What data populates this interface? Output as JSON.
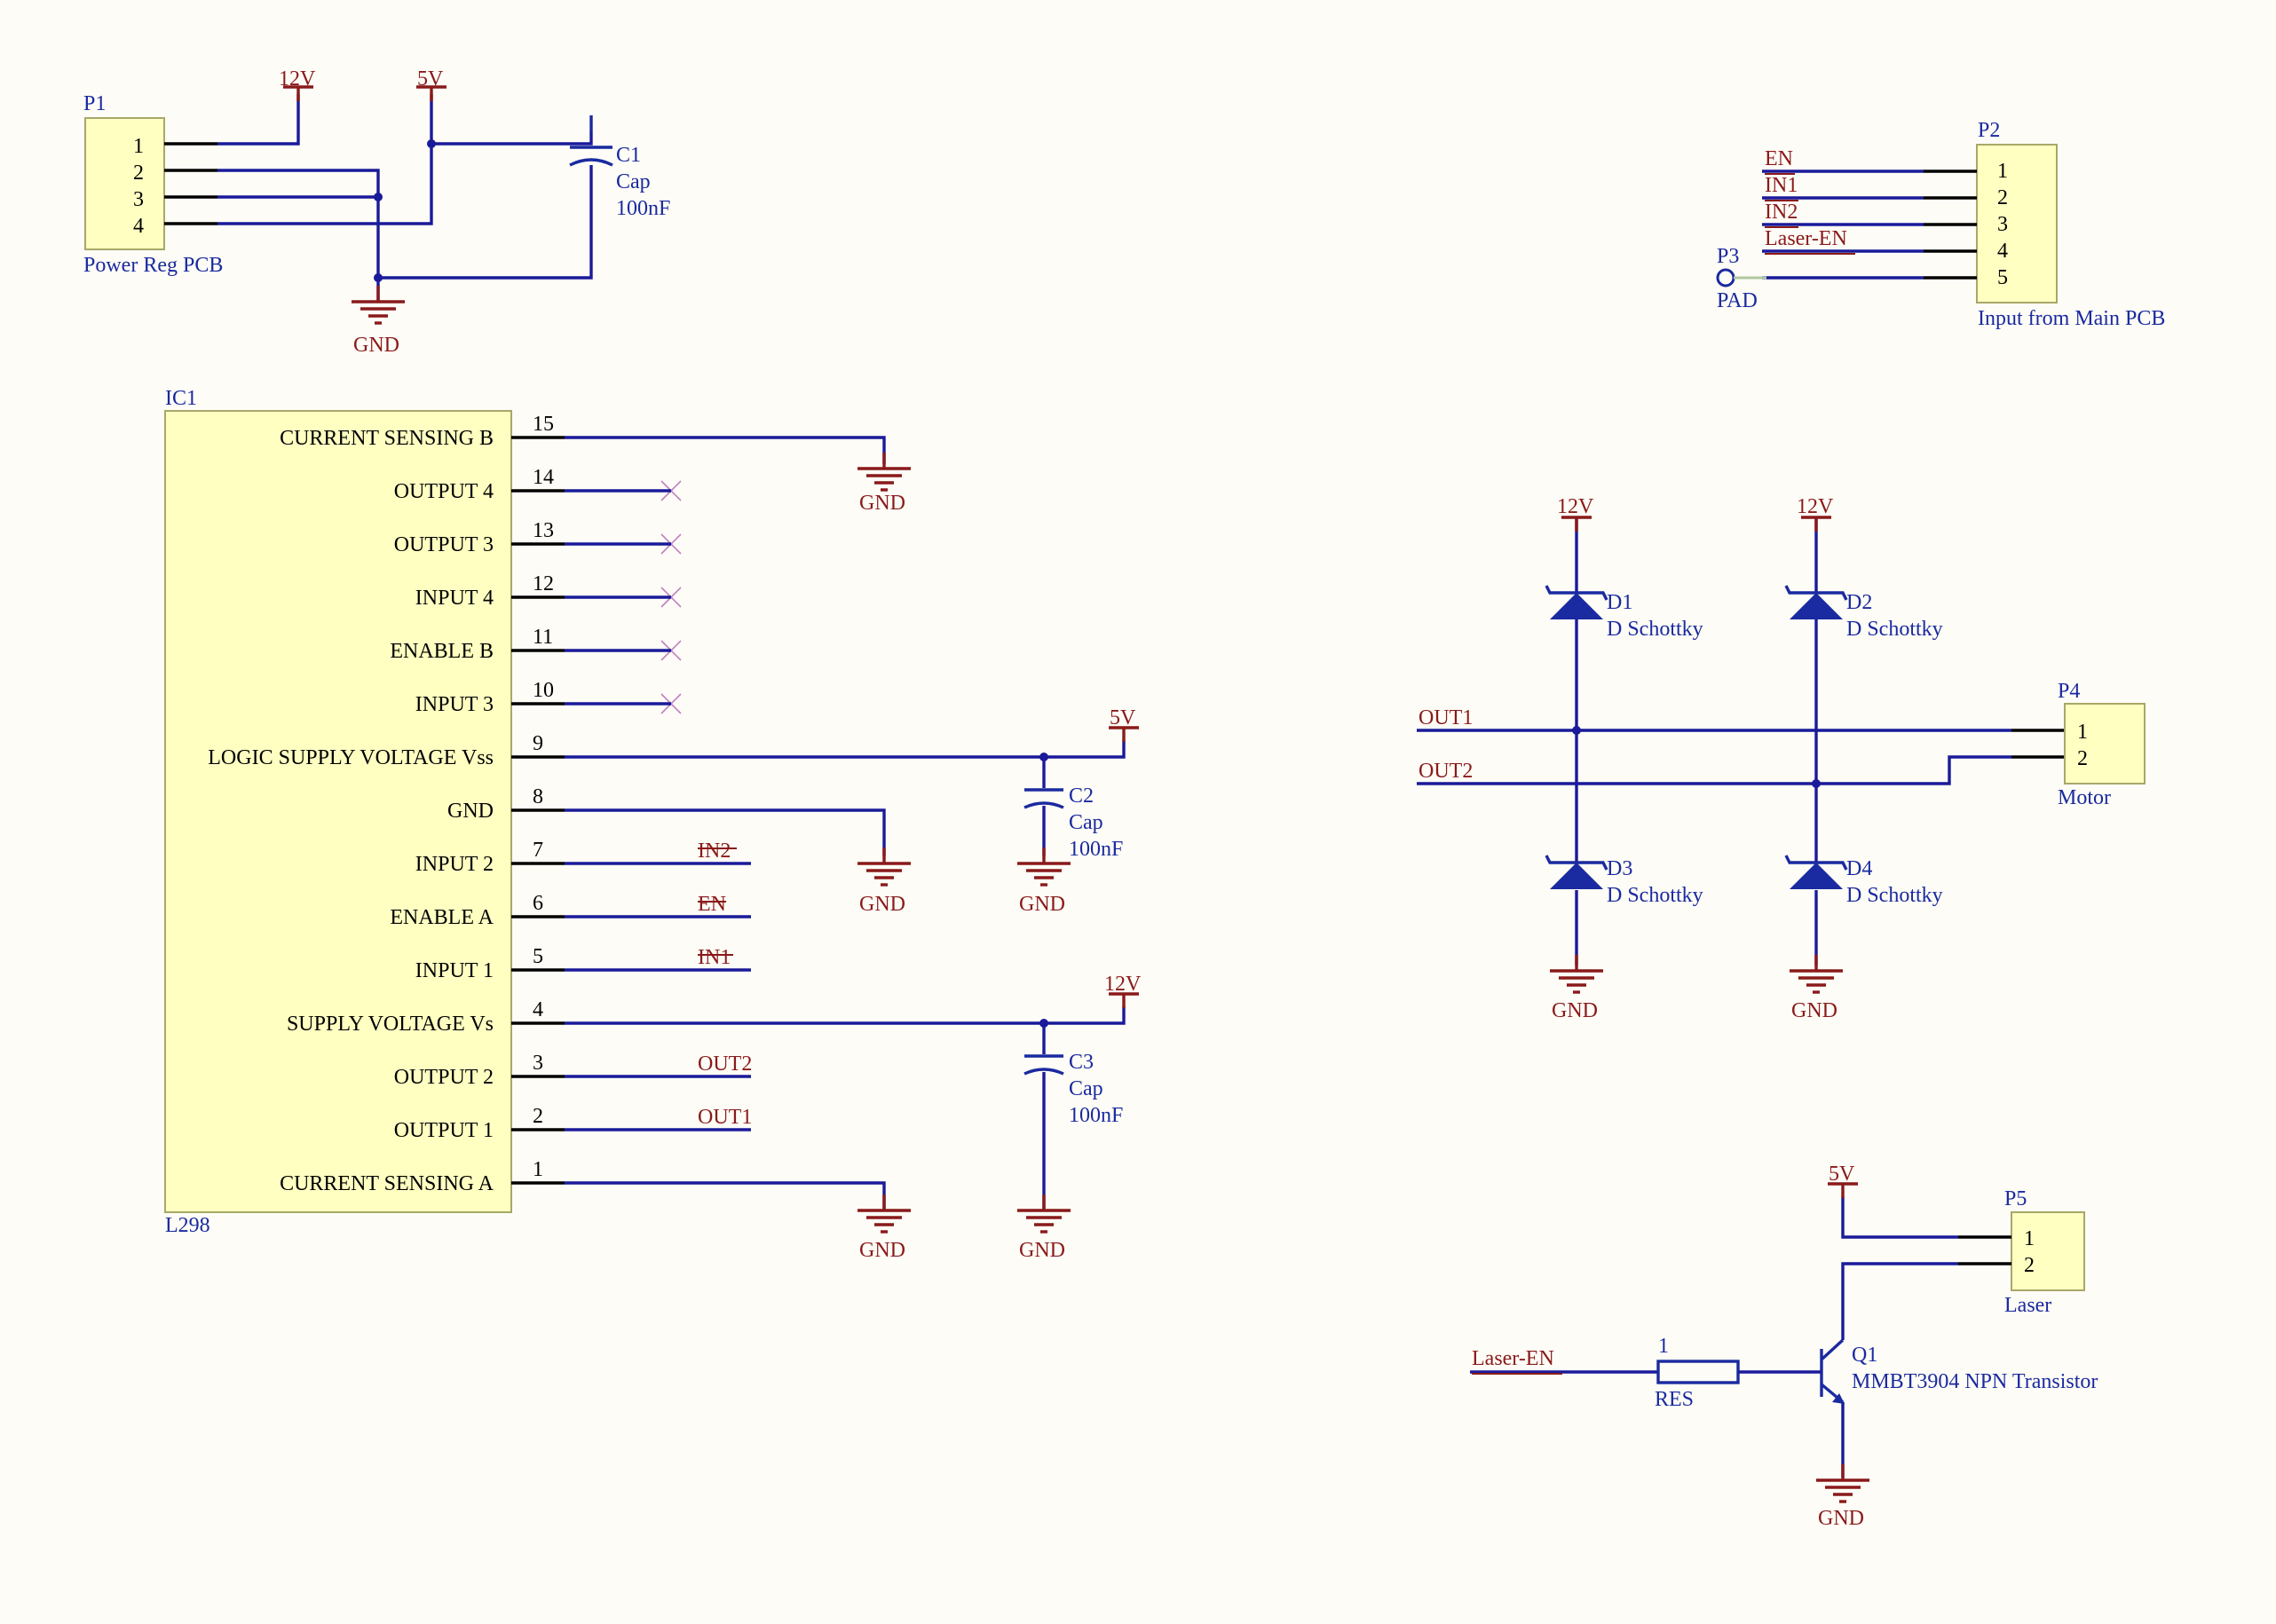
{
  "power": {
    "v12": "12V",
    "v5": "5V",
    "gnd": "GND"
  },
  "p1": {
    "ref": "P1",
    "name": "Power Reg PCB",
    "pins": [
      "1",
      "2",
      "3",
      "4"
    ]
  },
  "c1": {
    "ref": "C1",
    "type": "Cap",
    "value": "100nF"
  },
  "c2": {
    "ref": "C2",
    "type": "Cap",
    "value": "100nF"
  },
  "c3": {
    "ref": "C3",
    "type": "Cap",
    "value": "100nF"
  },
  "p2": {
    "ref": "P2",
    "name": "Input from Main PCB",
    "pins": [
      "1",
      "2",
      "3",
      "4",
      "5"
    ],
    "nets": [
      "EN",
      "IN1",
      "IN2",
      "Laser-EN"
    ]
  },
  "p3": {
    "ref": "P3",
    "name": "PAD"
  },
  "ic1": {
    "ref": "IC1",
    "part": "L298",
    "pins": [
      {
        "num": "15",
        "name": "CURRENT SENSING B"
      },
      {
        "num": "14",
        "name": "OUTPUT 4"
      },
      {
        "num": "13",
        "name": "OUTPUT 3"
      },
      {
        "num": "12",
        "name": "INPUT 4"
      },
      {
        "num": "11",
        "name": "ENABLE B"
      },
      {
        "num": "10",
        "name": "INPUT 3"
      },
      {
        "num": "9",
        "name": "LOGIC SUPPLY VOLTAGE Vss"
      },
      {
        "num": "8",
        "name": "GND"
      },
      {
        "num": "7",
        "name": "INPUT 2"
      },
      {
        "num": "6",
        "name": "ENABLE A"
      },
      {
        "num": "5",
        "name": "INPUT 1"
      },
      {
        "num": "4",
        "name": "SUPPLY VOLTAGE Vs"
      },
      {
        "num": "3",
        "name": "OUTPUT 2"
      },
      {
        "num": "2",
        "name": "OUTPUT 1"
      },
      {
        "num": "1",
        "name": "CURRENT SENSING A"
      }
    ],
    "nets": {
      "in2": "IN2",
      "en": "EN",
      "in1": "IN1",
      "out2": "OUT2",
      "out1": "OUT1"
    }
  },
  "diodes": [
    {
      "ref": "D1",
      "type": "D Schottky"
    },
    {
      "ref": "D2",
      "type": "D Schottky"
    },
    {
      "ref": "D3",
      "type": "D Schottky"
    },
    {
      "ref": "D4",
      "type": "D Schottky"
    }
  ],
  "motor_nets": {
    "out1": "OUT1",
    "out2": "OUT2"
  },
  "p4": {
    "ref": "P4",
    "name": "Motor",
    "pins": [
      "1",
      "2"
    ]
  },
  "p5": {
    "ref": "P5",
    "name": "Laser",
    "pins": [
      "1",
      "2"
    ]
  },
  "q1": {
    "ref": "Q1",
    "type": "MMBT3904 NPN Transistor"
  },
  "r1": {
    "ref": "1",
    "type": "RES"
  },
  "laser_net": "Laser-EN"
}
